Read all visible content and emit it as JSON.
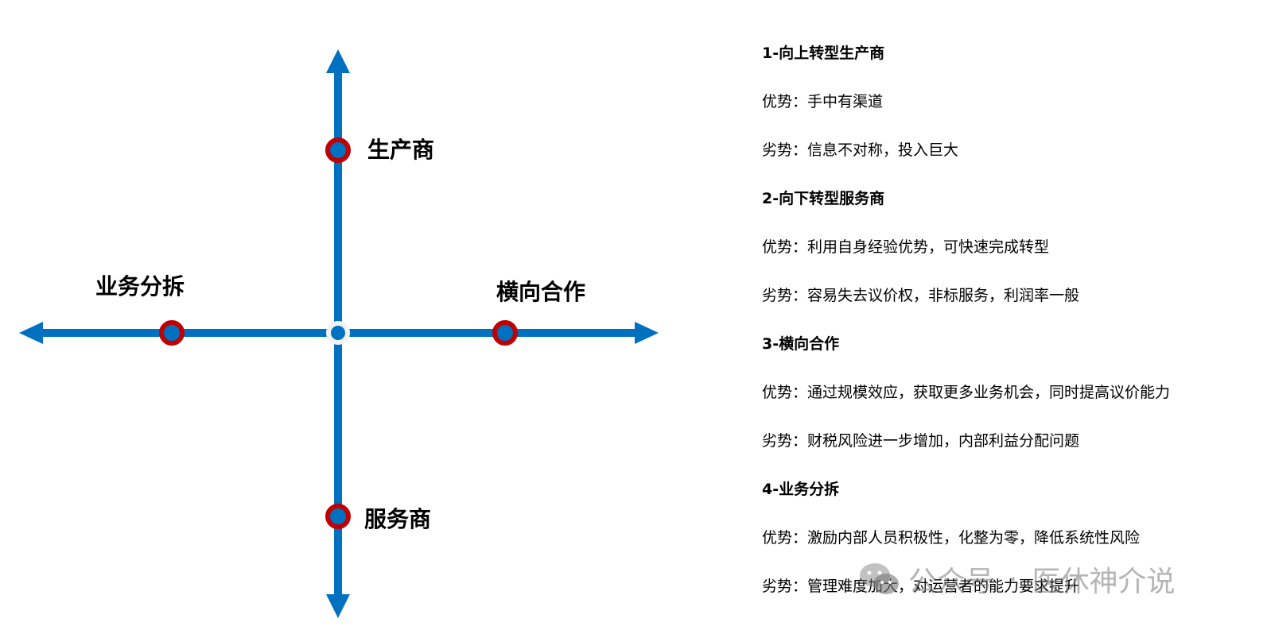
{
  "diagram": {
    "axis_color": "#0070c0",
    "node_ring_color": "#c00000",
    "center_ring_color": "#f2f2f2",
    "nodes": {
      "top": "生产商",
      "bottom": "服务商",
      "left": "业务分拆",
      "right": "横向合作"
    }
  },
  "sections": [
    {
      "title": "1-向上转型生产商",
      "advantage": "优势：手中有渠道",
      "disadvantage": "劣势：信息不对称，投入巨大"
    },
    {
      "title": "2-向下转型服务商",
      "advantage": "优势：利用自身经验优势，可快速完成转型",
      "disadvantage": "劣势：容易失去议价权，非标服务，利润率一般"
    },
    {
      "title": "3-横向合作",
      "advantage": "优势：通过规模效应，获取更多业务机会，同时提高议价能力",
      "disadvantage": "劣势：财税风险进一步增加，内部利益分配问题"
    },
    {
      "title": "4-业务分拆",
      "advantage": "优势：激励内部人员积极性，化整为零，降低系统性风险",
      "disadvantage": "劣势：管理难度加大，对运营者的能力要求提升"
    }
  ],
  "watermark": {
    "icon": "wechat-icon",
    "label": "公众号",
    "separator": "·",
    "account": "医休神介说"
  }
}
